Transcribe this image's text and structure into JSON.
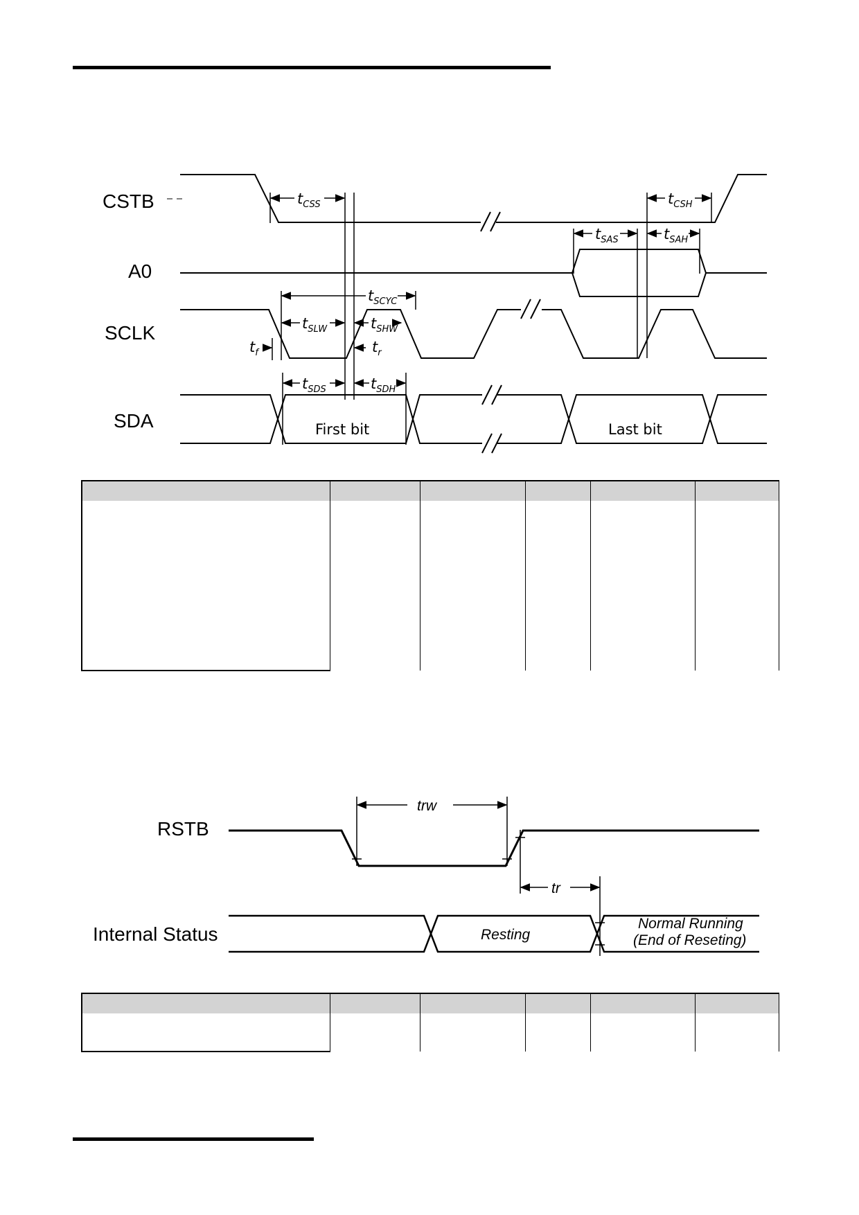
{
  "serial_timing": {
    "signals": [
      "CSTB",
      "A0",
      "SCLK",
      "SDA"
    ],
    "timing_labels": {
      "css": "CSS",
      "csh": "CSH",
      "sas": "SAS",
      "sah": "SAH",
      "scyc": "SCYC",
      "slw": "SLW",
      "shw": "SHW",
      "f": "f",
      "r": "r",
      "sds": "SDS",
      "sdh": "SDH"
    },
    "t_prefix": "t",
    "first_bit": "First bit",
    "last_bit": "Last bit"
  },
  "reset_timing": {
    "signals": [
      "RSTB",
      "Internal Status"
    ],
    "trw": "trw",
    "tr": "tr",
    "resting": "Resting",
    "normal_running": "Normal Running",
    "end_of_reseting": "(End of Reseting)"
  }
}
